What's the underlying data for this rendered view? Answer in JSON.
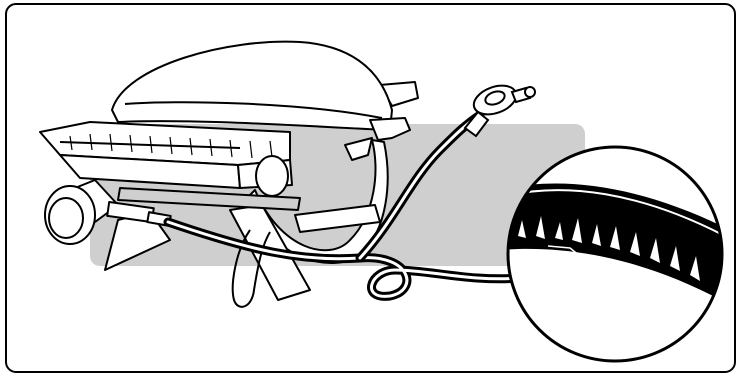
{
  "figure": {
    "panel_background": "#ffffff",
    "shade_color": "#cfcfcf",
    "line_color": "#000000",
    "border_color": "#000000"
  },
  "components": {
    "grill": "portable-gas-grill",
    "hose": "gas-supply-hose",
    "regulator": "pressure-regulator",
    "magnifier": "hose-crack-detail"
  }
}
